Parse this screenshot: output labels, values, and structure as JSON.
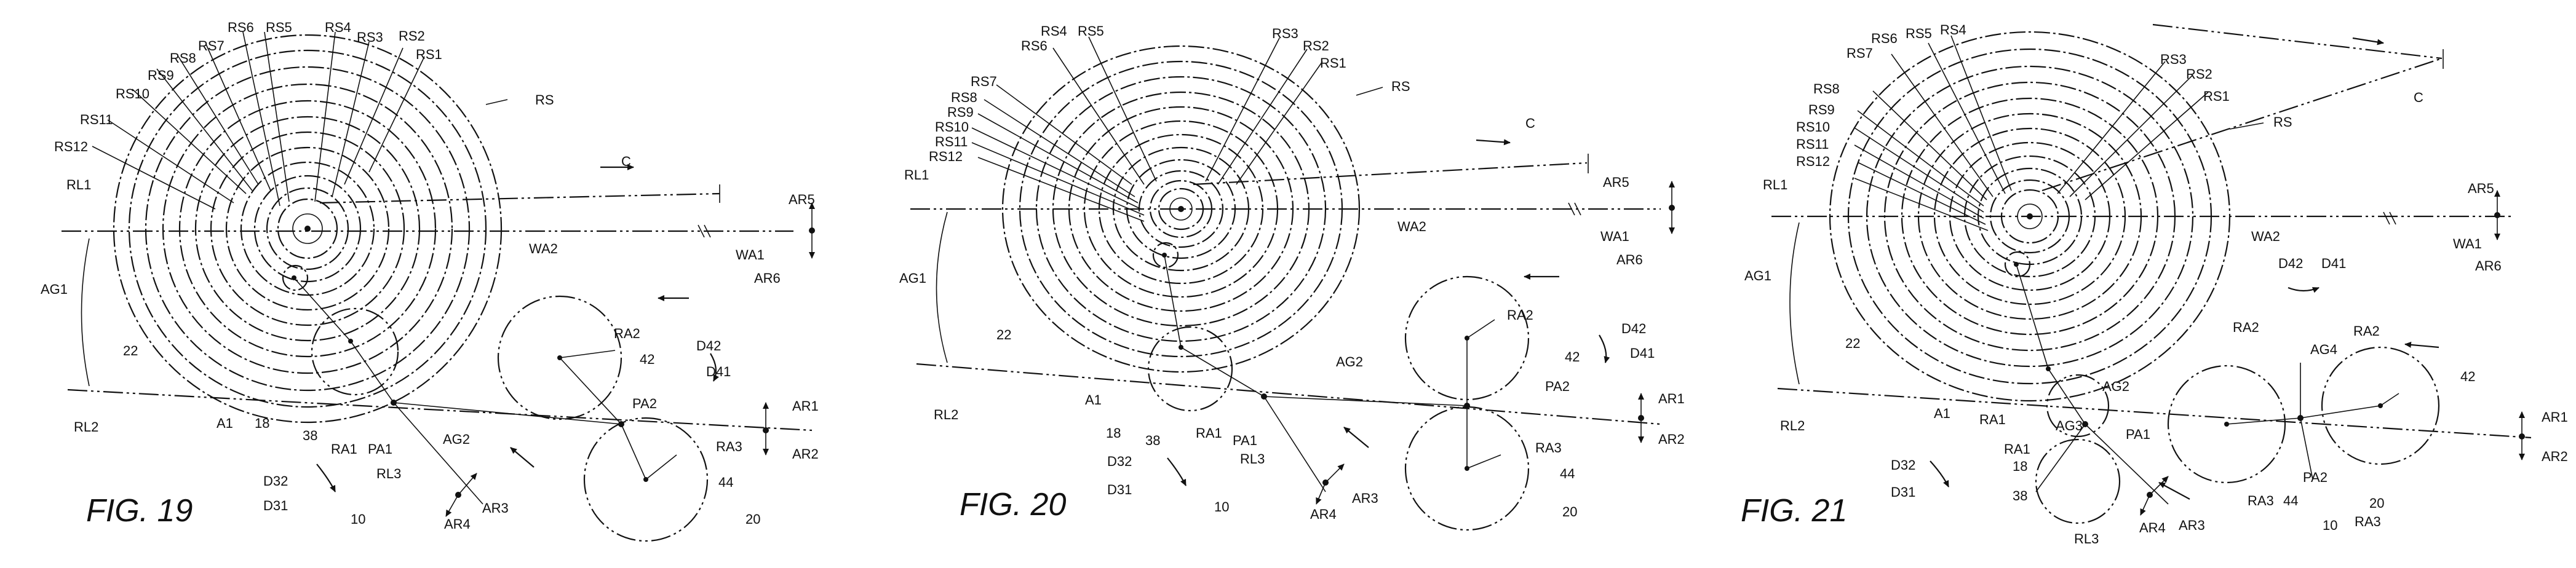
{
  "figures": [
    {
      "id": "fig19",
      "title": "FIG. 19",
      "labels": {
        "RS": "RS",
        "RS1": "RS1",
        "RS2": "RS2",
        "RS3": "RS3",
        "RS4": "RS4",
        "RS5": "RS5",
        "RS6": "RS6",
        "RS7": "RS7",
        "RS8": "RS8",
        "RS9": "RS9",
        "RS10": "RS10",
        "RS11": "RS11",
        "RS12": "RS12",
        "RL1": "RL1",
        "RL2": "RL2",
        "RL3": "RL3",
        "AG1": "AG1",
        "AG2": "AG2",
        "WA1": "WA1",
        "WA2": "WA2",
        "AR1": "AR1",
        "AR2": "AR2",
        "AR3": "AR3",
        "AR4": "AR4",
        "AR5": "AR5",
        "AR6": "AR6",
        "RA1": "RA1",
        "RA2": "RA2",
        "RA3": "RA3",
        "PA1": "PA1",
        "PA2": "PA2",
        "D31": "D31",
        "D32": "D32",
        "D41": "D41",
        "D42": "D42",
        "A1": "A1",
        "C": "C",
        "n10": "10",
        "n18": "18",
        "n20": "20",
        "n22": "22",
        "n38": "38",
        "n42": "42",
        "n44": "44"
      }
    },
    {
      "id": "fig20",
      "title": "FIG. 20",
      "labels": {
        "RS": "RS",
        "RS1": "RS1",
        "RS2": "RS2",
        "RS3": "RS3",
        "RS4": "RS4",
        "RS5": "RS5",
        "RS6": "RS6",
        "RS7": "RS7",
        "RS8": "RS8",
        "RS9": "RS9",
        "RS10": "RS10",
        "RS11": "RS11",
        "RS12": "RS12",
        "RL1": "RL1",
        "RL2": "RL2",
        "RL3": "RL3",
        "AG1": "AG1",
        "AG2": "AG2",
        "WA1": "WA1",
        "WA2": "WA2",
        "AR1": "AR1",
        "AR2": "AR2",
        "AR3": "AR3",
        "AR4": "AR4",
        "AR5": "AR5",
        "AR6": "AR6",
        "RA1": "RA1",
        "RA2": "RA2",
        "RA3": "RA3",
        "PA1": "PA1",
        "PA2": "PA2",
        "D31": "D31",
        "D32": "D32",
        "D41": "D41",
        "D42": "D42",
        "A1": "A1",
        "C": "C",
        "n10": "10",
        "n18": "18",
        "n20": "20",
        "n22": "22",
        "n38": "38",
        "n42": "42",
        "n44": "44"
      }
    },
    {
      "id": "fig21",
      "title": "FIG. 21",
      "labels": {
        "RS": "RS",
        "RS1": "RS1",
        "RS2": "RS2",
        "RS3": "RS3",
        "RS4": "RS4",
        "RS5": "RS5",
        "RS6": "RS6",
        "RS7": "RS7",
        "RS8": "RS8",
        "RS9": "RS9",
        "RS10": "RS10",
        "RS11": "RS11",
        "RS12": "RS12",
        "RL1": "RL1",
        "RL2": "RL2",
        "RL3": "RL3",
        "AG1": "AG1",
        "AG2": "AG2",
        "AG3": "AG3",
        "AG4": "AG4",
        "WA1": "WA1",
        "WA2": "WA2",
        "AR1": "AR1",
        "AR2": "AR2",
        "AR3": "AR3",
        "AR4": "AR4",
        "AR5": "AR5",
        "AR6": "AR6",
        "RA1": "RA1",
        "RA2": "RA2",
        "RA3": "RA3",
        "PA1": "PA1",
        "PA2": "PA2",
        "D31": "D31",
        "D32": "D32",
        "D41": "D41",
        "D42": "D42",
        "A1": "A1",
        "C": "C",
        "n10": "10",
        "n18": "18",
        "n20": "20",
        "n22": "22",
        "n38": "38",
        "n42": "42",
        "n44": "44"
      }
    }
  ]
}
